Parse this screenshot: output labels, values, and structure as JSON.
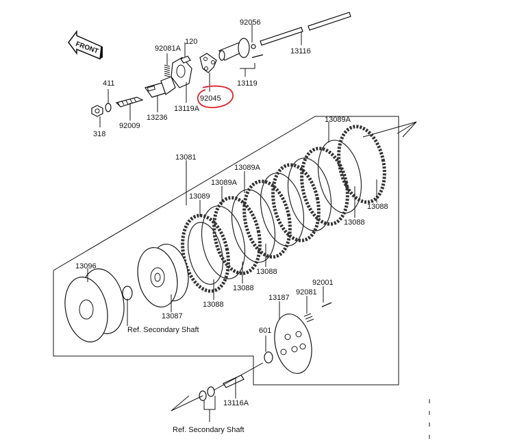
{
  "diagram": {
    "title": "Clutch exploded parts diagram",
    "front_arrow_label": "FRONT",
    "highlight": {
      "part": "92045",
      "color": "#e0202a"
    },
    "labels": {
      "p92081A": "92081A",
      "p120": "120",
      "p92056": "92056",
      "p13116": "13116",
      "p411": "411",
      "p92045": "92045",
      "p13119": "13119",
      "p318": "318",
      "p92009": "92009",
      "p13236": "13236",
      "p13119A": "13119A",
      "p13089A_top": "13089A",
      "p13081": "13081",
      "p13089A_mid1": "13089A",
      "p13089A_mid2": "13089A",
      "p13089": "13089",
      "p13088_right": "13088",
      "p13088_r2": "13088",
      "p13096": "13096",
      "p13088_c1": "13088",
      "p13088_c2": "13088",
      "p13088_c3": "13088",
      "p13087": "13087",
      "p92001": "92001",
      "p92081": "92081",
      "p13187": "13187",
      "p601": "601",
      "p13116A": "13116A",
      "ref_secondary_shaft_1": "Ref. Secondary Shaft",
      "ref_secondary_shaft_2": "Ref. Secondary Shaft"
    }
  }
}
